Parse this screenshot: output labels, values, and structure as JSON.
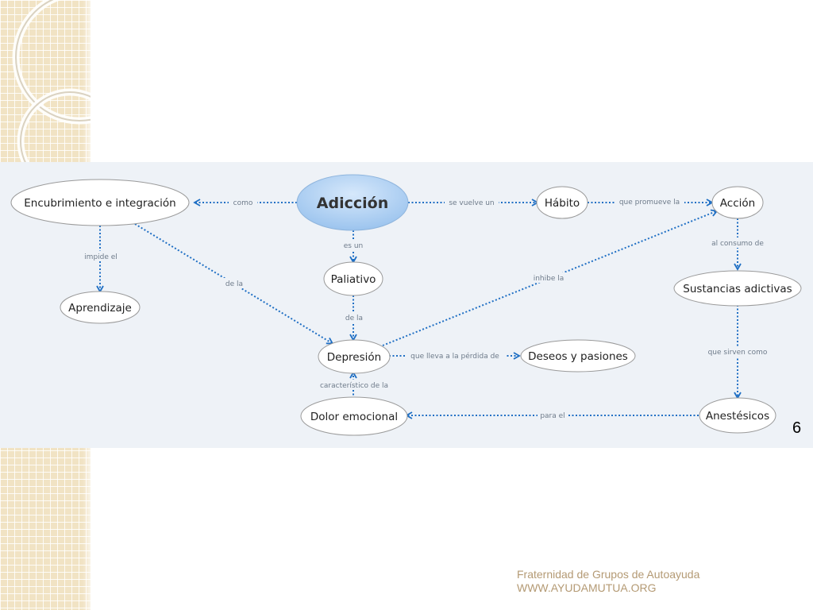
{
  "colors": {
    "accent": "#1f6fc4",
    "main_node_fill": "#a9cdf2",
    "band_background": "#eef2f7",
    "footer_text": "#b49a74",
    "strip": "#f1e3c4"
  },
  "diagram": {
    "nodes": {
      "adiccion": "Adicción",
      "encubrimiento": "Encubrimiento e integración",
      "habito": "Hábito",
      "accion": "Acción",
      "aprendizaje": "Aprendizaje",
      "paliativo": "Paliativo",
      "sustancias": "Sustancias adictivas",
      "depresion": "Depresión",
      "deseos": "Deseos y pasiones",
      "dolor": "Dolor emocional",
      "anestesicos": "Anestésicos"
    },
    "links": {
      "como": "como",
      "se_vuelve_un": "se vuelve un",
      "que_promueve_la": "que promueve la",
      "impide_el": "impide el",
      "es_un": "es un",
      "al_consumo_de": "al consumo de",
      "de_la_1": "de la",
      "inhibe_la": "inhibe la",
      "de_la_2": "de la",
      "que_lleva": "que lleva a la pérdida de",
      "que_sirven_como": "que sirven como",
      "caracteristico": "característico de la",
      "para_el": "para el"
    }
  },
  "slide": {
    "page_number": "6"
  },
  "footer": {
    "line1": "Fraternidad de Grupos de Autoayuda",
    "line2": "WWW.AYUDAMUTUA.ORG"
  }
}
